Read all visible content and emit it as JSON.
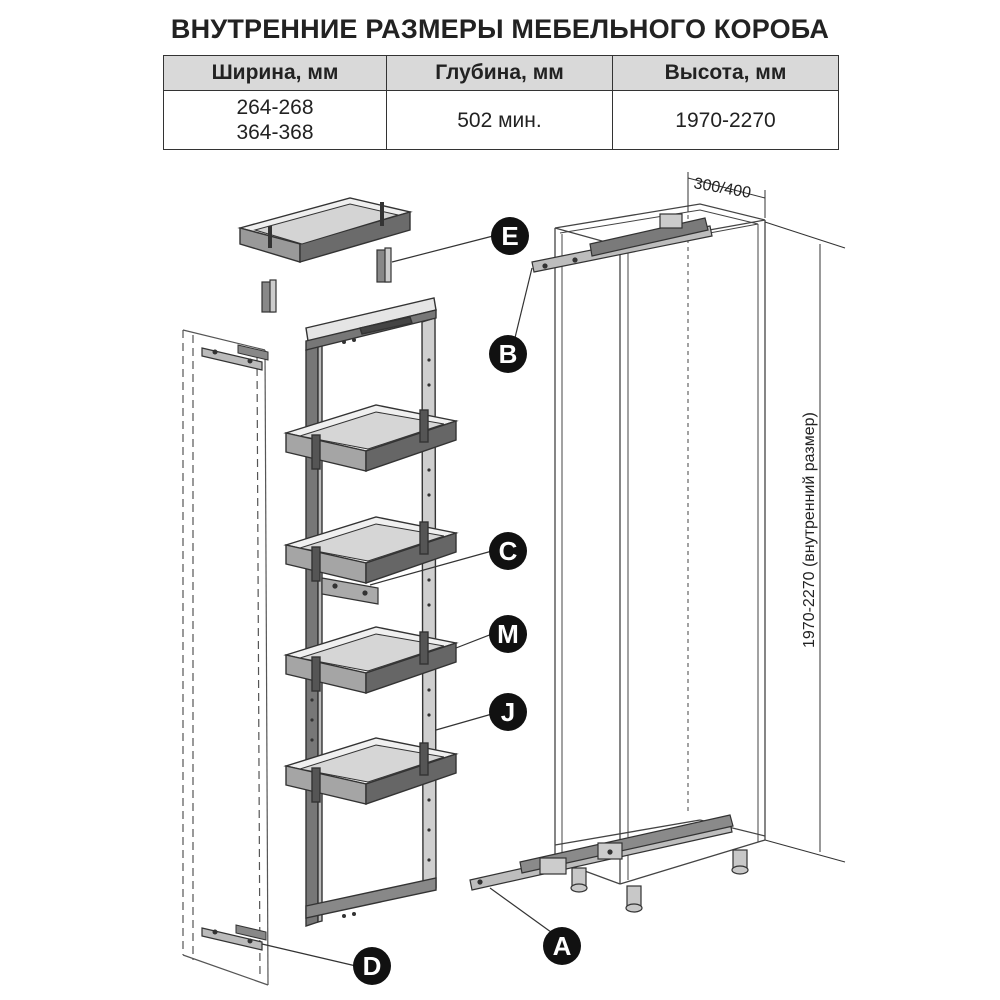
{
  "title": "ВНУТРЕННИЕ РАЗМЕРЫ МЕБЕЛЬНОГО КОРОБА",
  "table": {
    "headers": [
      "Ширина, мм",
      "Глубина, мм",
      "Высота, мм"
    ],
    "width_line1": "264-268",
    "width_line2": "364-368",
    "depth": "502 мин.",
    "height": "1970-2270"
  },
  "dimensions": {
    "top_width": "300/400",
    "height_label": "1970-2270 (внутренний размер)"
  },
  "callouts": {
    "A": "A",
    "B": "B",
    "C": "C",
    "D": "D",
    "E": "E",
    "J": "J",
    "M": "M"
  }
}
